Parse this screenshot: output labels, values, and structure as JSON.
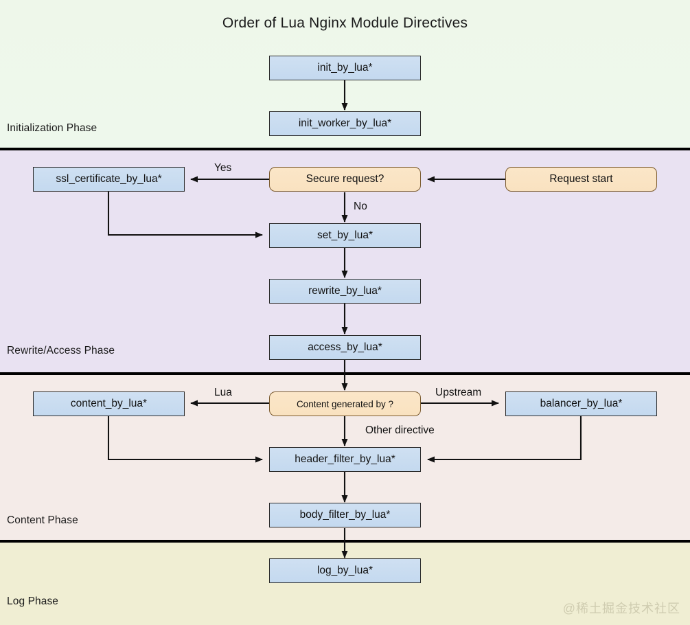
{
  "title": "Order of Lua Nginx Module Directives",
  "watermark": "@稀土掘金技术社区",
  "colors": {
    "process_fill": "#cfe0f2",
    "decision_fill": "#fbe6c8",
    "band_init": "#eef7ea",
    "band_rewrite": "#e9e2f2",
    "band_content": "#f4ebe8",
    "band_log": "#f0eed3",
    "stroke": "#2e2e2e",
    "text": "#111111"
  },
  "phases": [
    {
      "id": "initialization",
      "label": "Initialization Phase"
    },
    {
      "id": "rewrite_access",
      "label": "Rewrite/Access Phase"
    },
    {
      "id": "content",
      "label": "Content Phase"
    },
    {
      "id": "log",
      "label": "Log Phase"
    }
  ],
  "nodes": [
    {
      "id": "init_by_lua",
      "label": "init_by_lua*",
      "shape": "process",
      "phase": "initialization"
    },
    {
      "id": "init_worker_by_lua",
      "label": "init_worker_by_lua*",
      "shape": "process",
      "phase": "initialization"
    },
    {
      "id": "request_start",
      "label": "Request start",
      "shape": "decision",
      "phase": "rewrite_access"
    },
    {
      "id": "secure_request",
      "label": "Secure request?",
      "shape": "decision",
      "phase": "rewrite_access"
    },
    {
      "id": "ssl_certificate_by_lua",
      "label": "ssl_certificate_by_lua*",
      "shape": "process",
      "phase": "rewrite_access"
    },
    {
      "id": "set_by_lua",
      "label": "set_by_lua*",
      "shape": "process",
      "phase": "rewrite_access"
    },
    {
      "id": "rewrite_by_lua",
      "label": "rewrite_by_lua*",
      "shape": "process",
      "phase": "rewrite_access"
    },
    {
      "id": "access_by_lua",
      "label": "access_by_lua*",
      "shape": "process",
      "phase": "rewrite_access"
    },
    {
      "id": "content_generated_by",
      "label": "Content generated by ?",
      "shape": "decision",
      "phase": "content"
    },
    {
      "id": "content_by_lua",
      "label": "content_by_lua*",
      "shape": "process",
      "phase": "content"
    },
    {
      "id": "balancer_by_lua",
      "label": "balancer_by_lua*",
      "shape": "process",
      "phase": "content"
    },
    {
      "id": "header_filter_by_lua",
      "label": "header_filter_by_lua*",
      "shape": "process",
      "phase": "content"
    },
    {
      "id": "body_filter_by_lua",
      "label": "body_filter_by_lua*",
      "shape": "process",
      "phase": "content"
    },
    {
      "id": "log_by_lua",
      "label": "log_by_lua*",
      "shape": "process",
      "phase": "log"
    }
  ],
  "edges": [
    {
      "from": "init_by_lua",
      "to": "init_worker_by_lua",
      "label": ""
    },
    {
      "from": "request_start",
      "to": "secure_request",
      "label": ""
    },
    {
      "from": "secure_request",
      "to": "ssl_certificate_by_lua",
      "label": "Yes"
    },
    {
      "from": "secure_request",
      "to": "set_by_lua",
      "label": "No"
    },
    {
      "from": "ssl_certificate_by_lua",
      "to": "set_by_lua",
      "label": ""
    },
    {
      "from": "set_by_lua",
      "to": "rewrite_by_lua",
      "label": ""
    },
    {
      "from": "rewrite_by_lua",
      "to": "access_by_lua",
      "label": ""
    },
    {
      "from": "access_by_lua",
      "to": "content_generated_by",
      "label": ""
    },
    {
      "from": "content_generated_by",
      "to": "content_by_lua",
      "label": "Lua"
    },
    {
      "from": "content_generated_by",
      "to": "balancer_by_lua",
      "label": "Upstream"
    },
    {
      "from": "content_generated_by",
      "to": "header_filter_by_lua",
      "label": "Other directive"
    },
    {
      "from": "content_by_lua",
      "to": "header_filter_by_lua",
      "label": ""
    },
    {
      "from": "balancer_by_lua",
      "to": "header_filter_by_lua",
      "label": ""
    },
    {
      "from": "header_filter_by_lua",
      "to": "body_filter_by_lua",
      "label": ""
    },
    {
      "from": "body_filter_by_lua",
      "to": "log_by_lua",
      "label": ""
    }
  ],
  "edge_labels": {
    "yes": "Yes",
    "no": "No",
    "lua": "Lua",
    "upstream": "Upstream",
    "other_directive": "Other directive"
  }
}
